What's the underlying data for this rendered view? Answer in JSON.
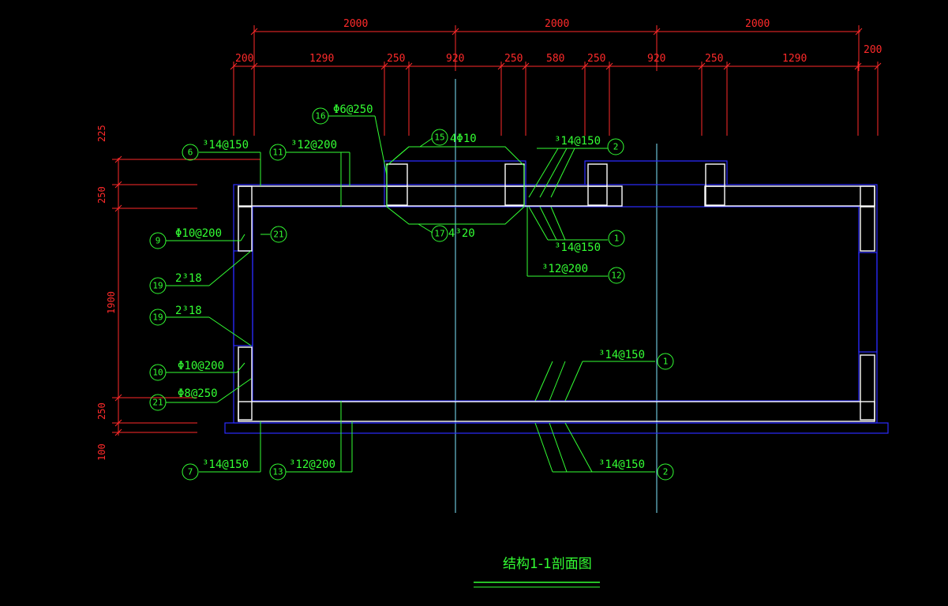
{
  "drawing_title": "结构1-1剖面图",
  "top_dimensions": {
    "row1": [
      "2000",
      "2000",
      "2000"
    ],
    "row2": [
      "200",
      "1290",
      "250",
      "920",
      "250",
      "580",
      "250",
      "920",
      "250",
      "1290",
      "200"
    ]
  },
  "left_dimensions": [
    "225",
    "250",
    "1900",
    "250",
    "100"
  ],
  "callouts": [
    {
      "num": "6",
      "text": "³14@150"
    },
    {
      "num": "11",
      "text": "³12@200"
    },
    {
      "num": "16",
      "text": "Φ6@250"
    },
    {
      "num": "15",
      "text": "4Φ10"
    },
    {
      "num": "2",
      "text": "³14@150"
    },
    {
      "num": "17",
      "text": "4³20"
    },
    {
      "num": "21",
      "text": ""
    },
    {
      "num": "9",
      "text": "Φ10@200"
    },
    {
      "num": "19",
      "text": "2³18"
    },
    {
      "num": "1",
      "text": "³14@150"
    },
    {
      "num": "12",
      "text": "³12@200"
    },
    {
      "num": "19",
      "text": "2³18"
    },
    {
      "num": "1",
      "text": "³14@150"
    },
    {
      "num": "10",
      "text": "Φ10@200"
    },
    {
      "num": "21",
      "text": "Φ8@250"
    },
    {
      "num": "7",
      "text": "³14@150"
    },
    {
      "num": "13",
      "text": "³12@200"
    },
    {
      "num": "2",
      "text": "³14@150"
    }
  ]
}
